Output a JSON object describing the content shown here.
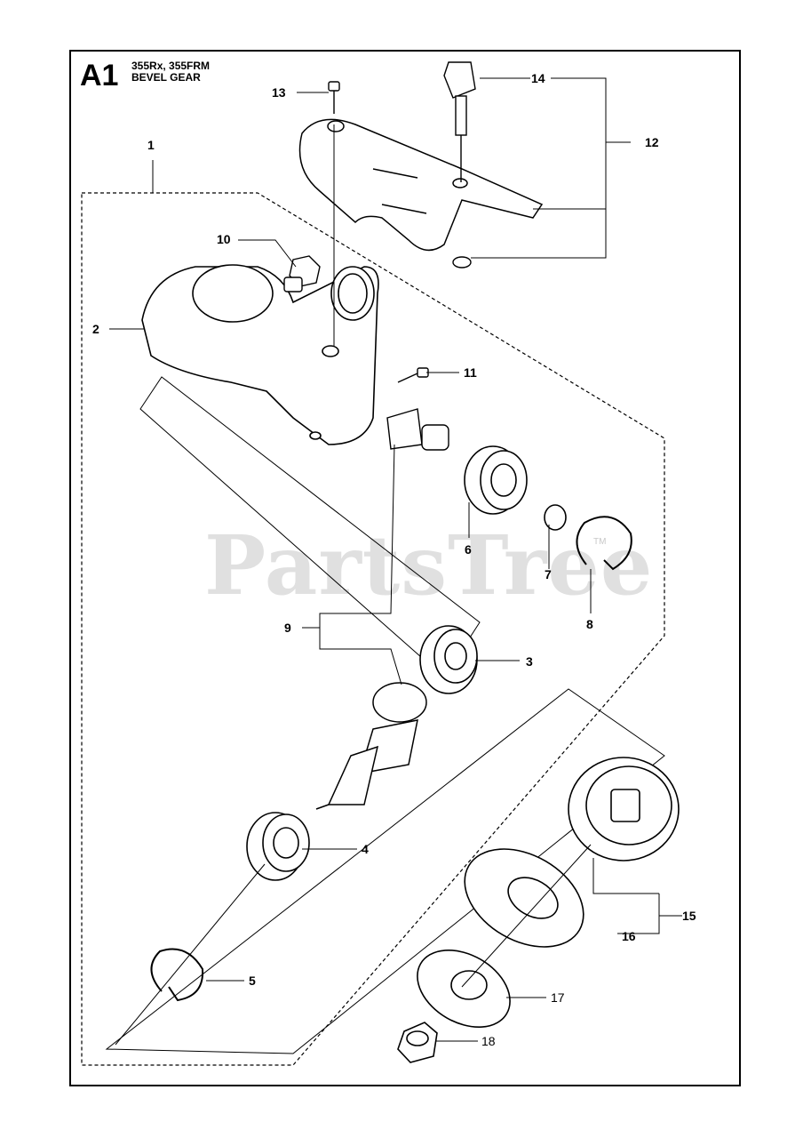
{
  "sheet": {
    "id": "A1",
    "models": "355Rx, 355FRM",
    "title": "BEVEL GEAR"
  },
  "watermark": {
    "text": "PartsTree",
    "tm": "TM"
  },
  "callouts": {
    "c1": "1",
    "c2": "2",
    "c3": "3",
    "c4": "4",
    "c5": "5",
    "c6": "6",
    "c7": "7",
    "c8": "8",
    "c9": "9",
    "c10": "10",
    "c11": "11",
    "c12": "12",
    "c13": "13",
    "c14": "14",
    "c15": "15",
    "c16": "16",
    "c17": "17",
    "c18": "18"
  }
}
